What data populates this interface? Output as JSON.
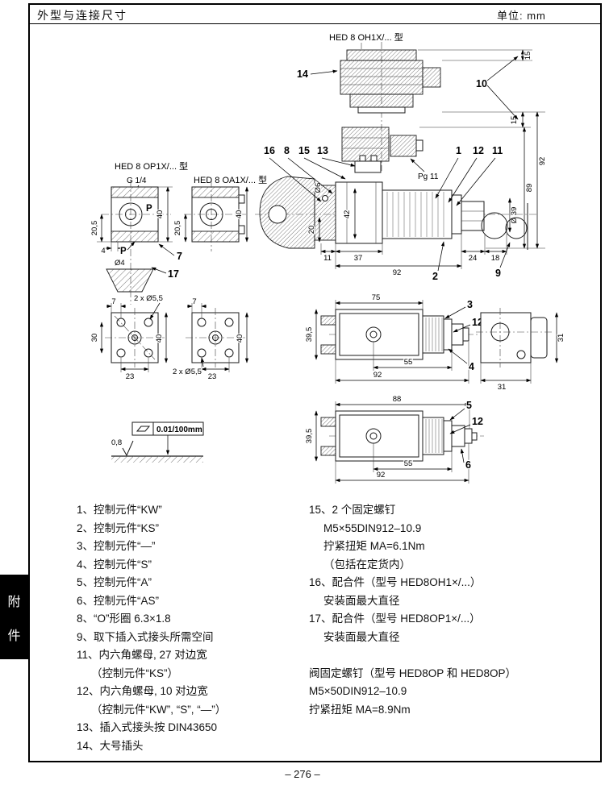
{
  "header": {
    "left": "外型与连接尺寸",
    "right": "单位: mm"
  },
  "sidebar": {
    "tab_line1": "附",
    "tab_line2": "件"
  },
  "footer": {
    "page_number": "– 276 –"
  },
  "drawing": {
    "labels": {
      "hed8oh1": "HED 8 OH1X/... 型",
      "hed8op1": "HED 8 OP1X/... 型",
      "hed8oa1": "HED 8 OA1X/... 型",
      "g14": "G 1/4",
      "pg11": "Pg 11",
      "p_view": "P",
      "p_arrow": "P",
      "flatness": "0.01/100mm",
      "roughness": "0,8"
    },
    "callouts": {
      "c14": "14",
      "c10": "10",
      "c16": "16",
      "c8": "8",
      "c15": "15",
      "c13": "13",
      "c1": "1",
      "c12a": "12",
      "c11": "11",
      "c2": "2",
      "c9": "9",
      "c7": "7",
      "c17": "17",
      "c3": "3",
      "c12b": "12",
      "c4": "4",
      "c5": "5",
      "c12c": "12",
      "c6": "6"
    },
    "dims": {
      "t15a": "15",
      "t15b": "15",
      "t92": "92",
      "t89": "89",
      "dia39": "Ø 39",
      "d42": "42",
      "dia6": "Ø6",
      "d20": "20",
      "d11": "11",
      "d37": "37",
      "d92main": "92",
      "d24": "24",
      "d18": "18",
      "d205a": "20,5",
      "d40a": "40",
      "d4": "4",
      "dia4": "Ø4",
      "d205b": "20,5",
      "d40b": "40",
      "d7a": "7",
      "dholes_a": "2 x Ø5,5",
      "d30": "30",
      "d40c": "40",
      "d23a": "23",
      "d7b": "7",
      "d40d": "40",
      "d23b": "23",
      "dholes_b": "2 x Ø5,5",
      "d75": "75",
      "d395a": "39,5",
      "d55a": "55",
      "d92r1": "92",
      "d31a": "31",
      "d31b": "31",
      "d88": "88",
      "d395b": "39,5",
      "d55b": "55",
      "d92r2": "92"
    }
  },
  "notes": {
    "left": [
      "1、控制元件“KW”",
      "2、控制元件“KS”",
      "3、控制元件“—”",
      "4、控制元件“S”",
      "5、控制元件“A”",
      "6、控制元件“AS”",
      "8、“O”形圈 6.3×1.8",
      "9、取下插入式接头所需空间",
      "11、内六角螺母, 27 对边宽",
      "（控制元件“KS”）",
      "12、内六角螺母, 10 对边宽",
      "（控制元件“KW”, “S”, “—”）",
      "13、插入式接头按 DIN43650",
      "14、大号插头"
    ],
    "right": [
      "15、2 个固定螺钉",
      "M5×55DIN912–10.9",
      "拧紧扭矩 MA=6.1Nm",
      "（包括在定货内）",
      "16、配合件（型号 HED8OH1×/...）",
      "安装面最大直径",
      "17、配合件（型号 HED8OP1×/...）",
      "安装面最大直径",
      "",
      "阀固定螺钉（型号 HED8OP 和 HED8OP）",
      "M5×50DIN912–10.9",
      "拧紧扭矩 MA=8.9Nm"
    ]
  }
}
